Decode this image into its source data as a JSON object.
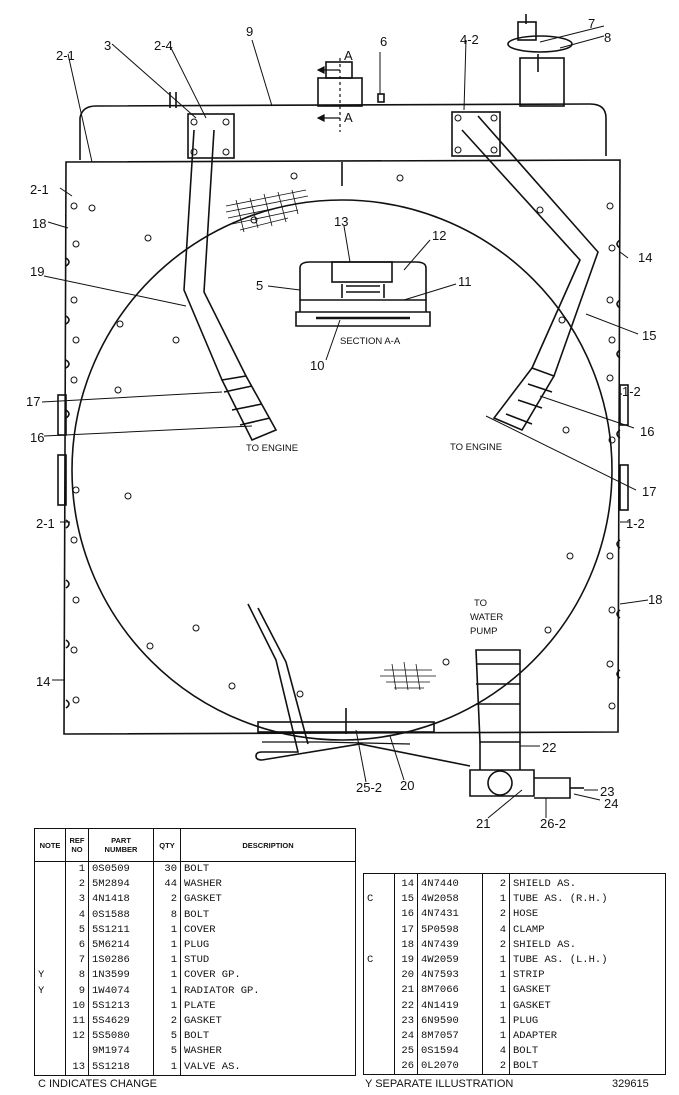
{
  "callouts": {
    "c9": "9",
    "c3": "3",
    "c2_4": "2-4",
    "c2_1_top": "2-1",
    "c6": "6",
    "c4_2": "4-2",
    "c7": "7",
    "c8": "8",
    "c2_1_mid": "2-1",
    "c18_left": "18",
    "c14_right": "14",
    "c19": "19",
    "c13": "13",
    "c12": "12",
    "c5": "5",
    "c11": "11",
    "c15": "15",
    "c10": "10",
    "c1_2_upper": "1-2",
    "c17_left": "17",
    "c16_left": "16",
    "c16_right": "16",
    "c17_right": "17",
    "c2_1_low": "2-1",
    "c1_2_lower": "1-2",
    "c18_right": "18",
    "c14_left": "14",
    "c22": "22",
    "c23": "23",
    "c24": "24",
    "c25_2": "25-2",
    "c20": "20",
    "c21": "21",
    "c26_2": "26-2"
  },
  "labels": {
    "section_a_top": "A",
    "section_a_bottom": "A",
    "section_aa": "SECTION A-A",
    "to_engine_left": "TO ENGINE",
    "to_engine_right": "TO ENGINE",
    "to_water_1": "TO",
    "to_water_2": "WATER",
    "to_water_3": "PUMP"
  },
  "table_headers": {
    "note": "NOTE",
    "ref_1": "REF",
    "ref_2": "NO",
    "part_1": "PART",
    "part_2": "NUMBER",
    "qty": "QTY",
    "desc": "DESCRIPTION"
  },
  "parts_left": [
    {
      "note": "",
      "ref": "1",
      "part": "0S0509",
      "qty": "30",
      "desc": "BOLT"
    },
    {
      "note": "",
      "ref": "2",
      "part": "5M2894",
      "qty": "44",
      "desc": "WASHER"
    },
    {
      "note": "",
      "ref": "3",
      "part": "4N1418",
      "qty": "2",
      "desc": "GASKET"
    },
    {
      "note": "",
      "ref": "4",
      "part": "0S1588",
      "qty": "8",
      "desc": "BOLT"
    },
    {
      "note": "",
      "ref": "5",
      "part": "5S1211",
      "qty": "1",
      "desc": "COVER"
    },
    {
      "note": "",
      "ref": "6",
      "part": "5M6214",
      "qty": "1",
      "desc": "PLUG"
    },
    {
      "note": "",
      "ref": "7",
      "part": "1S0286",
      "qty": "1",
      "desc": "STUD"
    },
    {
      "note": "Y",
      "ref": "8",
      "part": "1N3599",
      "qty": "1",
      "desc": "COVER GP."
    },
    {
      "note": "Y",
      "ref": "9",
      "part": "1W4074",
      "qty": "1",
      "desc": "RADIATOR GP."
    },
    {
      "note": "",
      "ref": "10",
      "part": "5S1213",
      "qty": "1",
      "desc": "PLATE"
    },
    {
      "note": "",
      "ref": "11",
      "part": "5S4629",
      "qty": "2",
      "desc": "GASKET"
    },
    {
      "note": "",
      "ref": "12",
      "part": "5S5080",
      "qty": "5",
      "desc": "BOLT"
    },
    {
      "note": "",
      "ref": "",
      "part": "9M1974",
      "qty": "5",
      "desc": "WASHER"
    },
    {
      "note": "",
      "ref": "13",
      "part": "5S1218",
      "qty": "1",
      "desc": "VALVE AS."
    }
  ],
  "parts_right": [
    {
      "note": "",
      "ref": "14",
      "part": "4N7440",
      "qty": "2",
      "desc": "SHIELD AS."
    },
    {
      "note": "C",
      "ref": "15",
      "part": "4W2058",
      "qty": "1",
      "desc": "TUBE AS. (R.H.)"
    },
    {
      "note": "",
      "ref": "16",
      "part": "4N7431",
      "qty": "2",
      "desc": "HOSE"
    },
    {
      "note": "",
      "ref": "17",
      "part": "5P0598",
      "qty": "4",
      "desc": "CLAMP"
    },
    {
      "note": "",
      "ref": "18",
      "part": "4N7439",
      "qty": "2",
      "desc": "SHIELD AS."
    },
    {
      "note": "C",
      "ref": "19",
      "part": "4W2059",
      "qty": "1",
      "desc": "TUBE AS. (L.H.)"
    },
    {
      "note": "",
      "ref": "20",
      "part": "4N7593",
      "qty": "1",
      "desc": "STRIP"
    },
    {
      "note": "",
      "ref": "21",
      "part": "8M7066",
      "qty": "1",
      "desc": "GASKET"
    },
    {
      "note": "",
      "ref": "22",
      "part": "4N1419",
      "qty": "1",
      "desc": "GASKET"
    },
    {
      "note": "",
      "ref": "23",
      "part": "6N9590",
      "qty": "1",
      "desc": "PLUG"
    },
    {
      "note": "",
      "ref": "24",
      "part": "8M7057",
      "qty": "1",
      "desc": "ADAPTER"
    },
    {
      "note": "",
      "ref": "25",
      "part": "0S1594",
      "qty": "4",
      "desc": "BOLT"
    },
    {
      "note": "",
      "ref": "26",
      "part": "0L2070",
      "qty": "2",
      "desc": "BOLT"
    }
  ],
  "footer": {
    "change_note": "C   INDICATES CHANGE",
    "separate_note": "Y   SEPARATE ILLUSTRATION",
    "drawing_number": "329615"
  }
}
